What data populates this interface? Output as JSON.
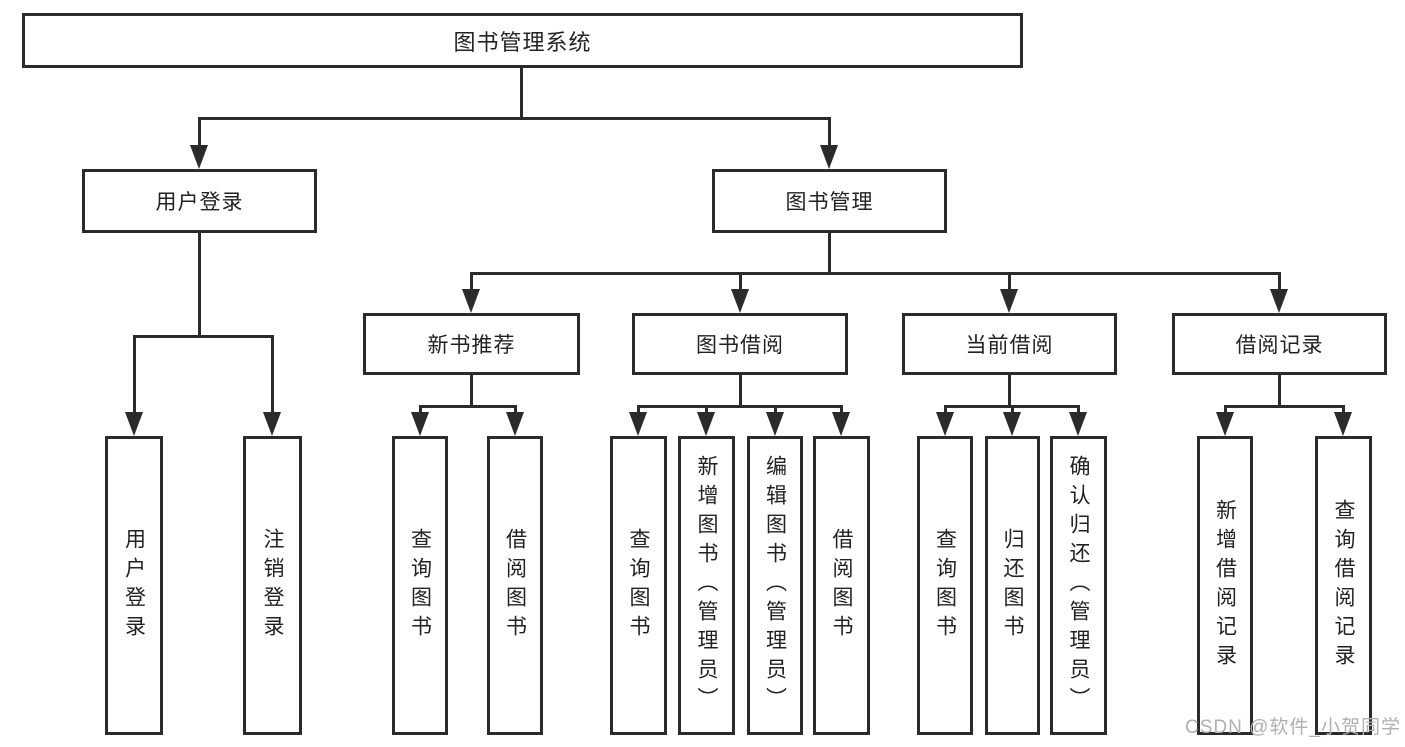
{
  "tree": {
    "root": "图书管理系统",
    "user_login": {
      "label": "用户登录",
      "children": [
        "用户登录",
        "注销登录"
      ]
    },
    "book_mgmt": {
      "label": "图书管理"
    },
    "new_books": {
      "label": "新书推荐",
      "children": [
        "查询图书",
        "借阅图书"
      ]
    },
    "book_borrow": {
      "label": "图书借阅",
      "children": [
        "查询图书",
        "新增图书（管理员）",
        "编辑图书（管理员）",
        "借阅图书"
      ]
    },
    "current_borrow": {
      "label": "当前借阅",
      "children": [
        "查询图书",
        "归还图书",
        "确认归还（管理员）"
      ]
    },
    "borrow_records": {
      "label": "借阅记录",
      "children": [
        "新增借阅记录",
        "查询借阅记录"
      ]
    },
    "watermark": "CSDN @软件_小贺同学"
  },
  "colors": {
    "line": "#2b2b2b",
    "text": "#222222",
    "watermark": "#b0b0b0",
    "background": "#ffffff"
  }
}
